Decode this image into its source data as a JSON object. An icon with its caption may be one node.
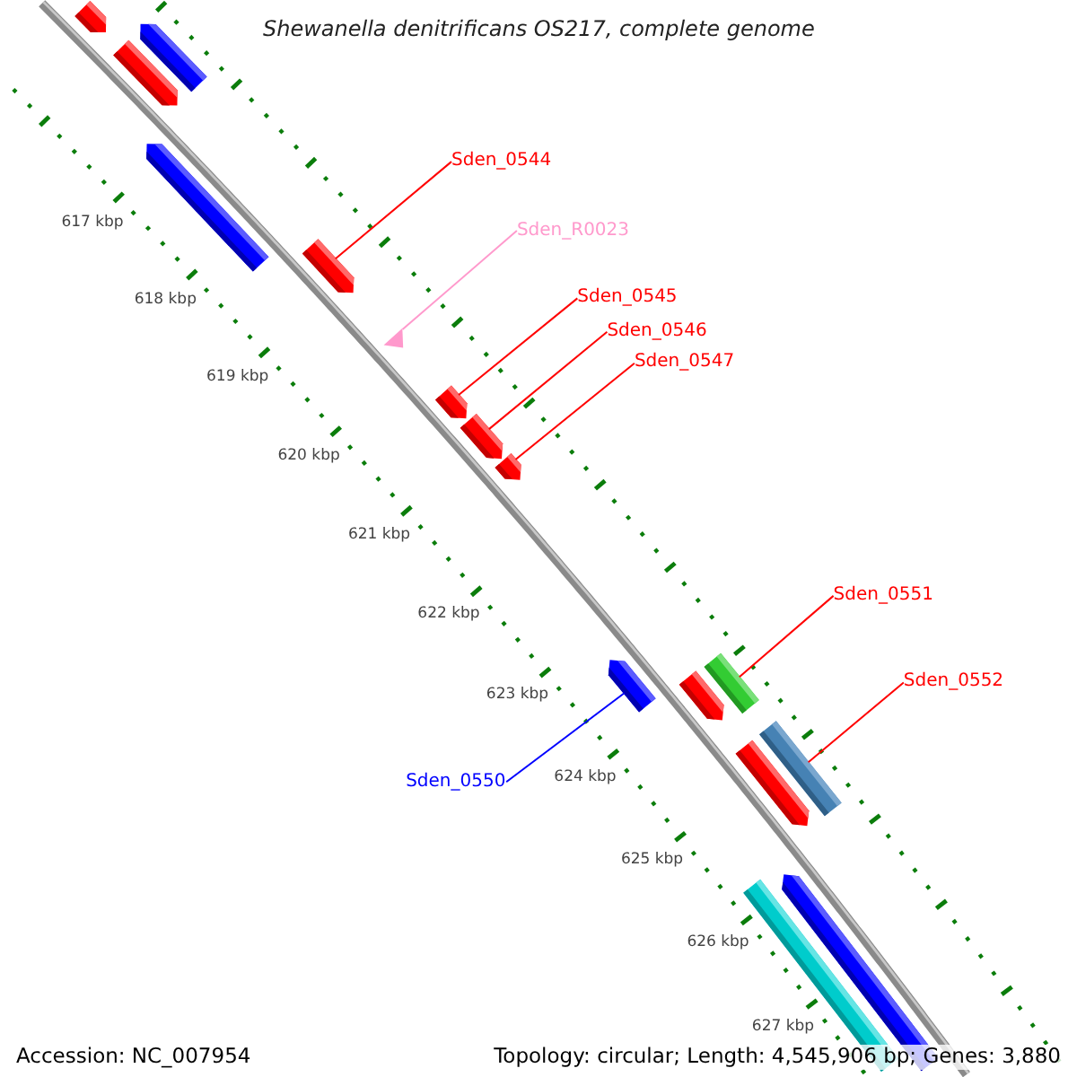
{
  "diagram": {
    "title": "Shewanella denitrificans OS217, complete genome",
    "nodes": [
      {
        "text": [],
        "shape": "pentagon"
      },
      {
        "text": [],
        "shape": "pentagon"
      },
      {
        "text": [],
        "shape": "pentagon"
      },
      {
        "text": [],
        "shape": "pentagon"
      },
      {
        "text": [
          "Sden_0544"
        ]
      },
      {
        "text": [
          "Sden_R0023"
        ]
      },
      {
        "text": [],
        "shape": "pentagon"
      },
      {
        "text": [
          "Sden_0545"
        ]
      },
      {
        "text": [
          "Sden_0546"
        ]
      },
      {
        "text": [],
        "shape": "triangle"
      },
      {
        "text": [
          "Sden_0547"
        ]
      },
      {
        "text": [],
        "shape": "pentagon"
      },
      {
        "text": [],
        "shape": "pentagon"
      },
      {
        "text": [],
        "shape": "pentagon"
      },
      {
        "text": [
          "Sden_0551"
        ]
      },
      {
        "text": [],
        "shape": "pentagon"
      },
      {
        "text": [],
        "shape": "bar"
      },
      {
        "text": [
          "Sden_0552"
        ]
      },
      {
        "text": [],
        "shape": "pentagon"
      },
      {
        "text": [],
        "shape": "bar"
      },
      {
        "text": [],
        "shape": "pentagon"
      },
      {
        "text": [
          "Sden_0550"
        ]
      },
      {
        "text": [],
        "shape": "pentagon"
      },
      {
        "text": [],
        "shape": "bar"
      }
    ],
    "edges": [
      {
        "from": 4,
        "to": 6,
        "arrow": "none"
      },
      {
        "from": 5,
        "to": 9,
        "arrow": "none",
        "color": "#ff99cc"
      },
      {
        "from": 7,
        "to": 11,
        "arrow": "none"
      },
      {
        "from": 8,
        "to": 12,
        "arrow": "none"
      },
      {
        "from": 10,
        "to": 13,
        "arrow": "none"
      },
      {
        "from": 14,
        "to": 16,
        "arrow": "none"
      },
      {
        "from": 17,
        "to": 19,
        "arrow": "none"
      },
      {
        "from": 21,
        "to": 15,
        "arrow": "none",
        "color": "#0000ff"
      }
    ],
    "labels": [
      "617 kbp",
      "618 kbp",
      "619 kbp",
      "620 kbp",
      "621 kbp",
      "622 kbp",
      "623 kbp",
      "624 kbp",
      "625 kbp",
      "626 kbp",
      "627 kbp",
      "Accession: NC_007954",
      "Topology: circular; Length: 4,545,906 bp; Genes: 3,880"
    ]
  }
}
